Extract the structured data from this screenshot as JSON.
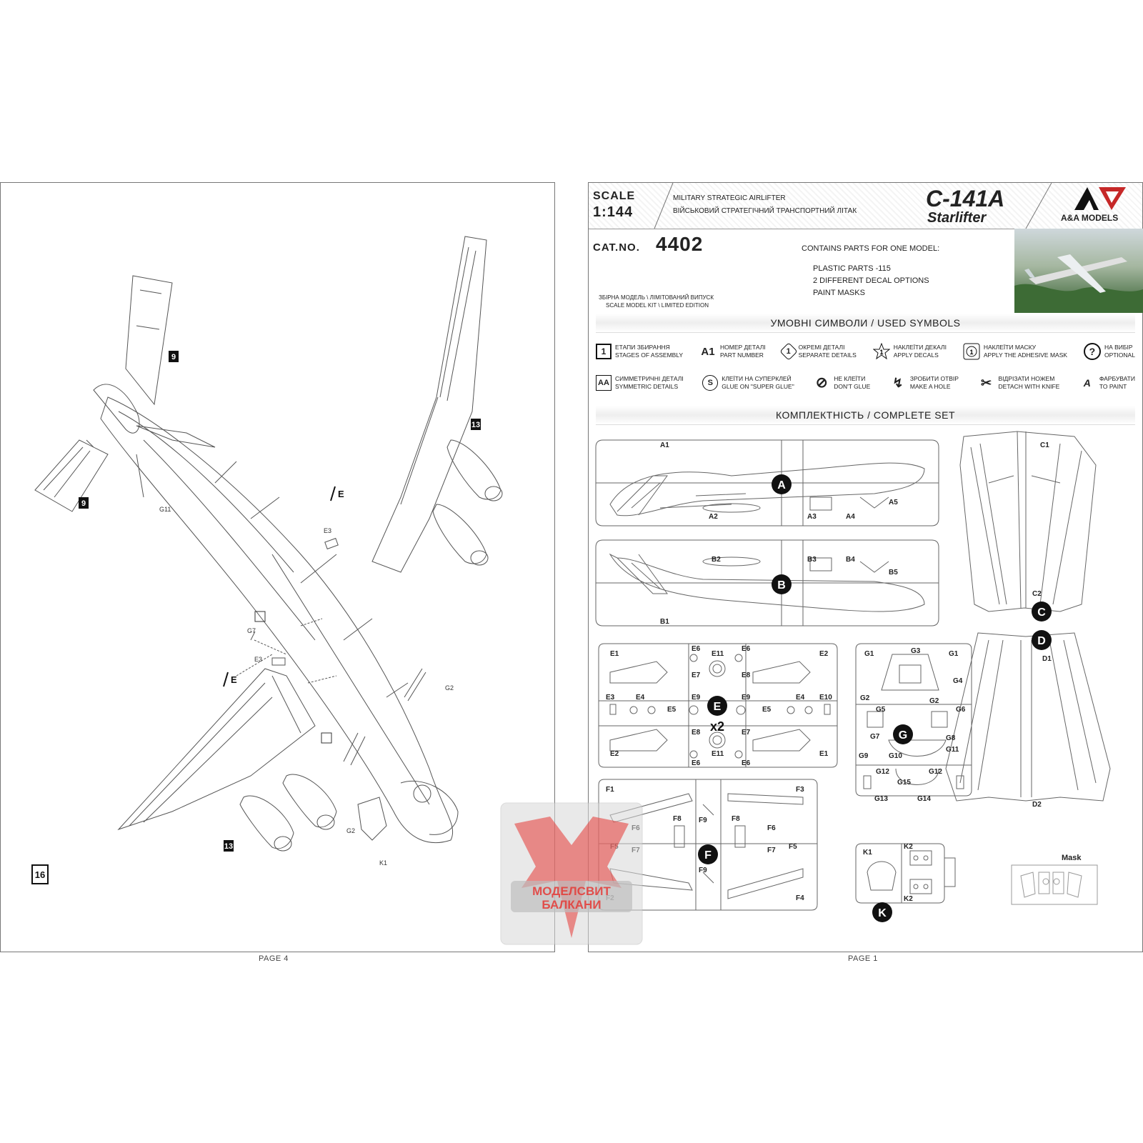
{
  "left_page": {
    "page_label": "PAGE 4",
    "step_number": "16",
    "callouts": [
      "9",
      "9",
      "13",
      "13"
    ],
    "part_labels": [
      "G11",
      "E3",
      "G7",
      "E3",
      "G2",
      "G2",
      "K1"
    ],
    "decal_marker": "E"
  },
  "right_page": {
    "page_label": "PAGE 1",
    "header": {
      "scale_label": "SCALE",
      "scale_value": "1:144",
      "subtitle_en": "MILITARY STRATEGIC AIRLIFTER",
      "subtitle_ua": "ВІЙСЬКОВИЙ СТРАТЕГІЧНИЙ ТРАНСПОРТНИЙ ЛІТАК",
      "model_name": "C-141A",
      "model_subname": "Starlifter",
      "brand": "A&A MODELS"
    },
    "catalog": {
      "cat_label": "CAT.NO.",
      "cat_number": "4402",
      "kit_line_ua": "ЗБІРНА МОДЕЛЬ \\ ЛІМІТОВАНИЙ ВИПУСК",
      "kit_line_en": "SCALE MODEL KIT \\ LIMITED EDITION",
      "contains_title": "CONTAINS PARTS FOR ONE MODEL:",
      "contents": [
        "PLASTIC PARTS -115",
        "2 DIFFERENT DECAL OPTIONS",
        "PAINT MASKS"
      ]
    },
    "used_symbols_title": "УМОВНІ СИМВОЛИ / USED SYMBOLS",
    "symbols_row1": [
      {
        "icon": "1",
        "ua": "ЕТАПИ ЗБИРАННЯ",
        "en": "STAGES OF ASSEMBLY"
      },
      {
        "icon": "A1",
        "ua": "НОМЕР ДЕТАЛІ",
        "en": "PART NUMBER"
      },
      {
        "icon": "1",
        "ua": "ОКРЕМІ ДЕТАЛІ",
        "en": "SEPARATE DETAILS"
      },
      {
        "icon": "1",
        "ua": "НАКЛЕЇТИ ДЕКАЛІ",
        "en": "APPLY DECALS"
      },
      {
        "icon": "1",
        "ua": "НАКЛЕЇТИ МАСКУ",
        "en": "APPLY THE ADHESIVE MASK"
      },
      {
        "icon": "?",
        "ua": "НА ВИБІР",
        "en": "OPTIONAL"
      }
    ],
    "symbols_row2": [
      {
        "icon": "AA",
        "ua": "СИММЕТРИЧНІ ДЕТАЛІ",
        "en": "SYMMETRIC DETAILS"
      },
      {
        "icon": "S",
        "ua": "КЛЕЇТИ НА СУПЕРКЛЕЙ",
        "en": "GLUE ON \"SUPER GLUE\""
      },
      {
        "icon": "⊘",
        "ua": "НЕ КЛЕЇТИ",
        "en": "DON'T GLUE"
      },
      {
        "icon": "↯",
        "ua": "ЗРОБИТИ ОТВІР",
        "en": "MAKE A HOLE"
      },
      {
        "icon": "✂",
        "ua": "ВІДРІЗАТИ НОЖЕМ",
        "en": "DETACH WITH KNIFE"
      },
      {
        "icon": "A",
        "ua": "ФАРБУВАТИ",
        "en": "TO PAINT"
      }
    ],
    "complete_set_title": "КОМПЛЕКТНІСТЬ / COMPLETE SET",
    "sprues": {
      "A": {
        "letter": "A",
        "parts": [
          "A1",
          "A2",
          "A3",
          "A4",
          "A5"
        ]
      },
      "B": {
        "letter": "B",
        "parts": [
          "B1",
          "B2",
          "B3",
          "B4",
          "B5"
        ]
      },
      "C": {
        "letter": "C",
        "parts": [
          "C1",
          "C2"
        ]
      },
      "D": {
        "letter": "D",
        "parts": [
          "D1",
          "D2"
        ]
      },
      "E": {
        "letter": "E",
        "multiplier": "x2",
        "parts": [
          "E1",
          "E6",
          "E11",
          "E6",
          "E2",
          "E7",
          "E8",
          "E3",
          "E4",
          "E5",
          "E9",
          "E9",
          "E5",
          "E4",
          "E10",
          "E2",
          "E8",
          "E11",
          "E7",
          "E1",
          "E6",
          "E6"
        ]
      },
      "F": {
        "letter": "F",
        "parts": [
          "F1",
          "F3",
          "F9",
          "F8",
          "F8",
          "F6",
          "F6",
          "F5",
          "F7",
          "F7",
          "F5",
          "F9",
          "F2",
          "F4"
        ]
      },
      "G": {
        "letter": "G",
        "parts": [
          "G1",
          "G3",
          "G1",
          "G4",
          "G2",
          "G2",
          "G5",
          "G6",
          "G7",
          "G8",
          "G11",
          "G9",
          "G10",
          "G12",
          "G12",
          "G15",
          "G13",
          "G14"
        ]
      },
      "K": {
        "letter": "K",
        "parts": [
          "K1",
          "K2",
          "K2"
        ]
      }
    },
    "mask_label": "Mask"
  },
  "watermark": {
    "line1": "МОДЕЛСВИТ",
    "line2": "БАЛКАНИ"
  }
}
